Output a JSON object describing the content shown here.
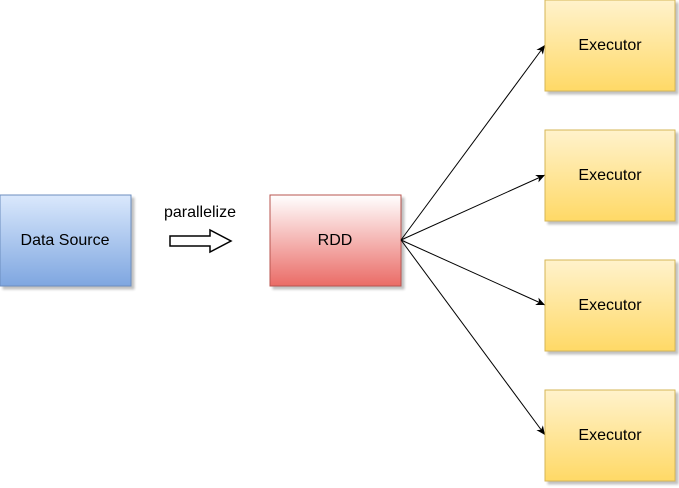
{
  "diagram": {
    "nodes": {
      "source": {
        "label": "Data Source"
      },
      "rdd": {
        "label": "RDD"
      },
      "executors": [
        {
          "label": "Executor"
        },
        {
          "label": "Executor"
        },
        {
          "label": "Executor"
        },
        {
          "label": "Executor"
        }
      ]
    },
    "edges": {
      "parallelize": {
        "label": "parallelize"
      }
    },
    "colors": {
      "source_fill_top": "#dae8fc",
      "source_fill_bottom": "#7ea6e0",
      "source_stroke": "#6c8ebf",
      "rdd_fill_top": "#ffffff",
      "rdd_fill_bottom": "#ea6b66",
      "rdd_stroke": "#b85450",
      "executor_fill_top": "#fff2cc",
      "executor_fill_bottom": "#ffd966",
      "executor_stroke": "#d6b656"
    }
  }
}
